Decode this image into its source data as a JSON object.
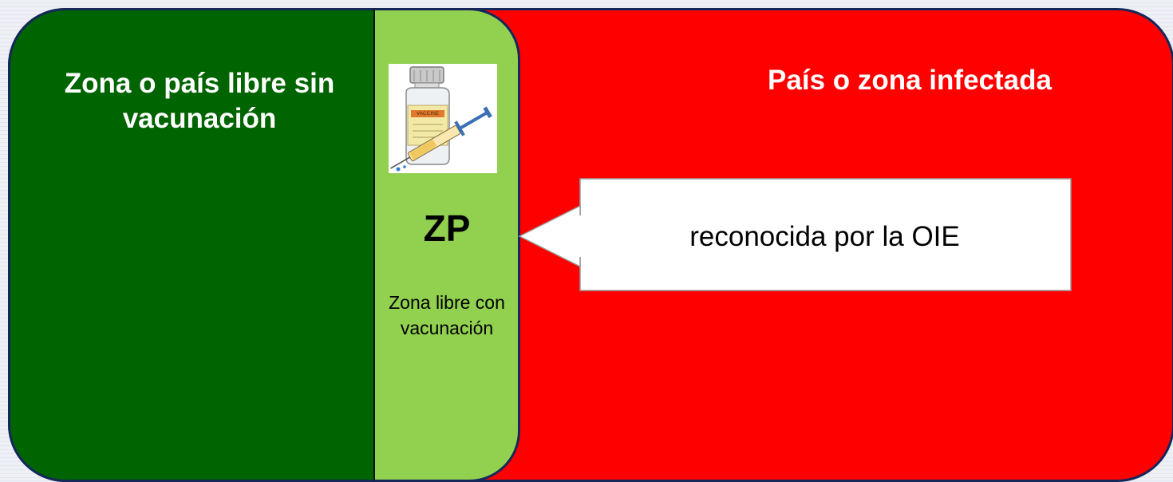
{
  "diagram": {
    "free_zone": {
      "title": "Zona o país libre sin vacunación",
      "color": "#006400"
    },
    "infected_zone": {
      "title": "País o zona infectada",
      "color": "#ff0000"
    },
    "protection_zone": {
      "label": "ZP",
      "description": "Zona libre con vacunación",
      "color": "#92d050",
      "image_text": "VACCINE",
      "icon": "vaccine-bottle-and-syringe-icon"
    },
    "arrow_callout": {
      "text": "reconocida por la OIE",
      "direction": "left",
      "icon": "left-arrow-icon"
    },
    "border_color": "#14285a"
  }
}
